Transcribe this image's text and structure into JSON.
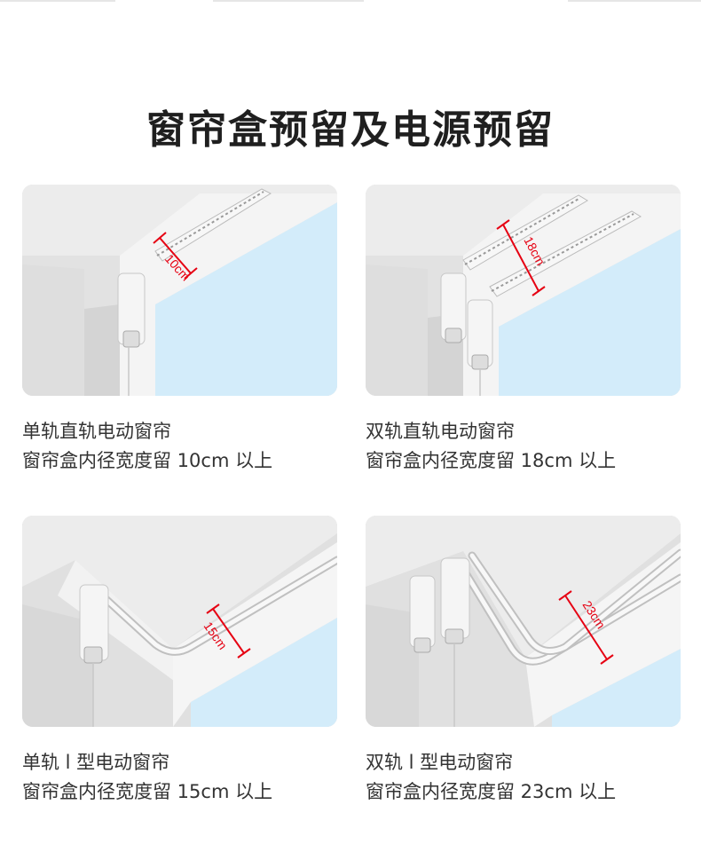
{
  "title": "窗帘盒预留及电源预留",
  "colors": {
    "window_glass": "#d3ecfa",
    "measure_red": "#e60012",
    "wall": "#e4e4e4",
    "ceiling": "#ececec",
    "text": "#333333"
  },
  "panels": [
    {
      "measure_label": "10cm",
      "line1": "单轨直轨电动窗帘",
      "line2": "窗帘盒内径宽度留 10cm 以上"
    },
    {
      "measure_label": "18cm",
      "line1": "双轨直轨电动窗帘",
      "line2": "窗帘盒内径宽度留 18cm 以上"
    },
    {
      "measure_label": "15cm",
      "line1": "单轨 l 型电动窗帘",
      "line2": "窗帘盒内径宽度留 15cm 以上"
    },
    {
      "measure_label": "23cm",
      "line1": "双轨 l 型电动窗帘",
      "line2": "窗帘盒内径宽度留 23cm 以上"
    }
  ]
}
